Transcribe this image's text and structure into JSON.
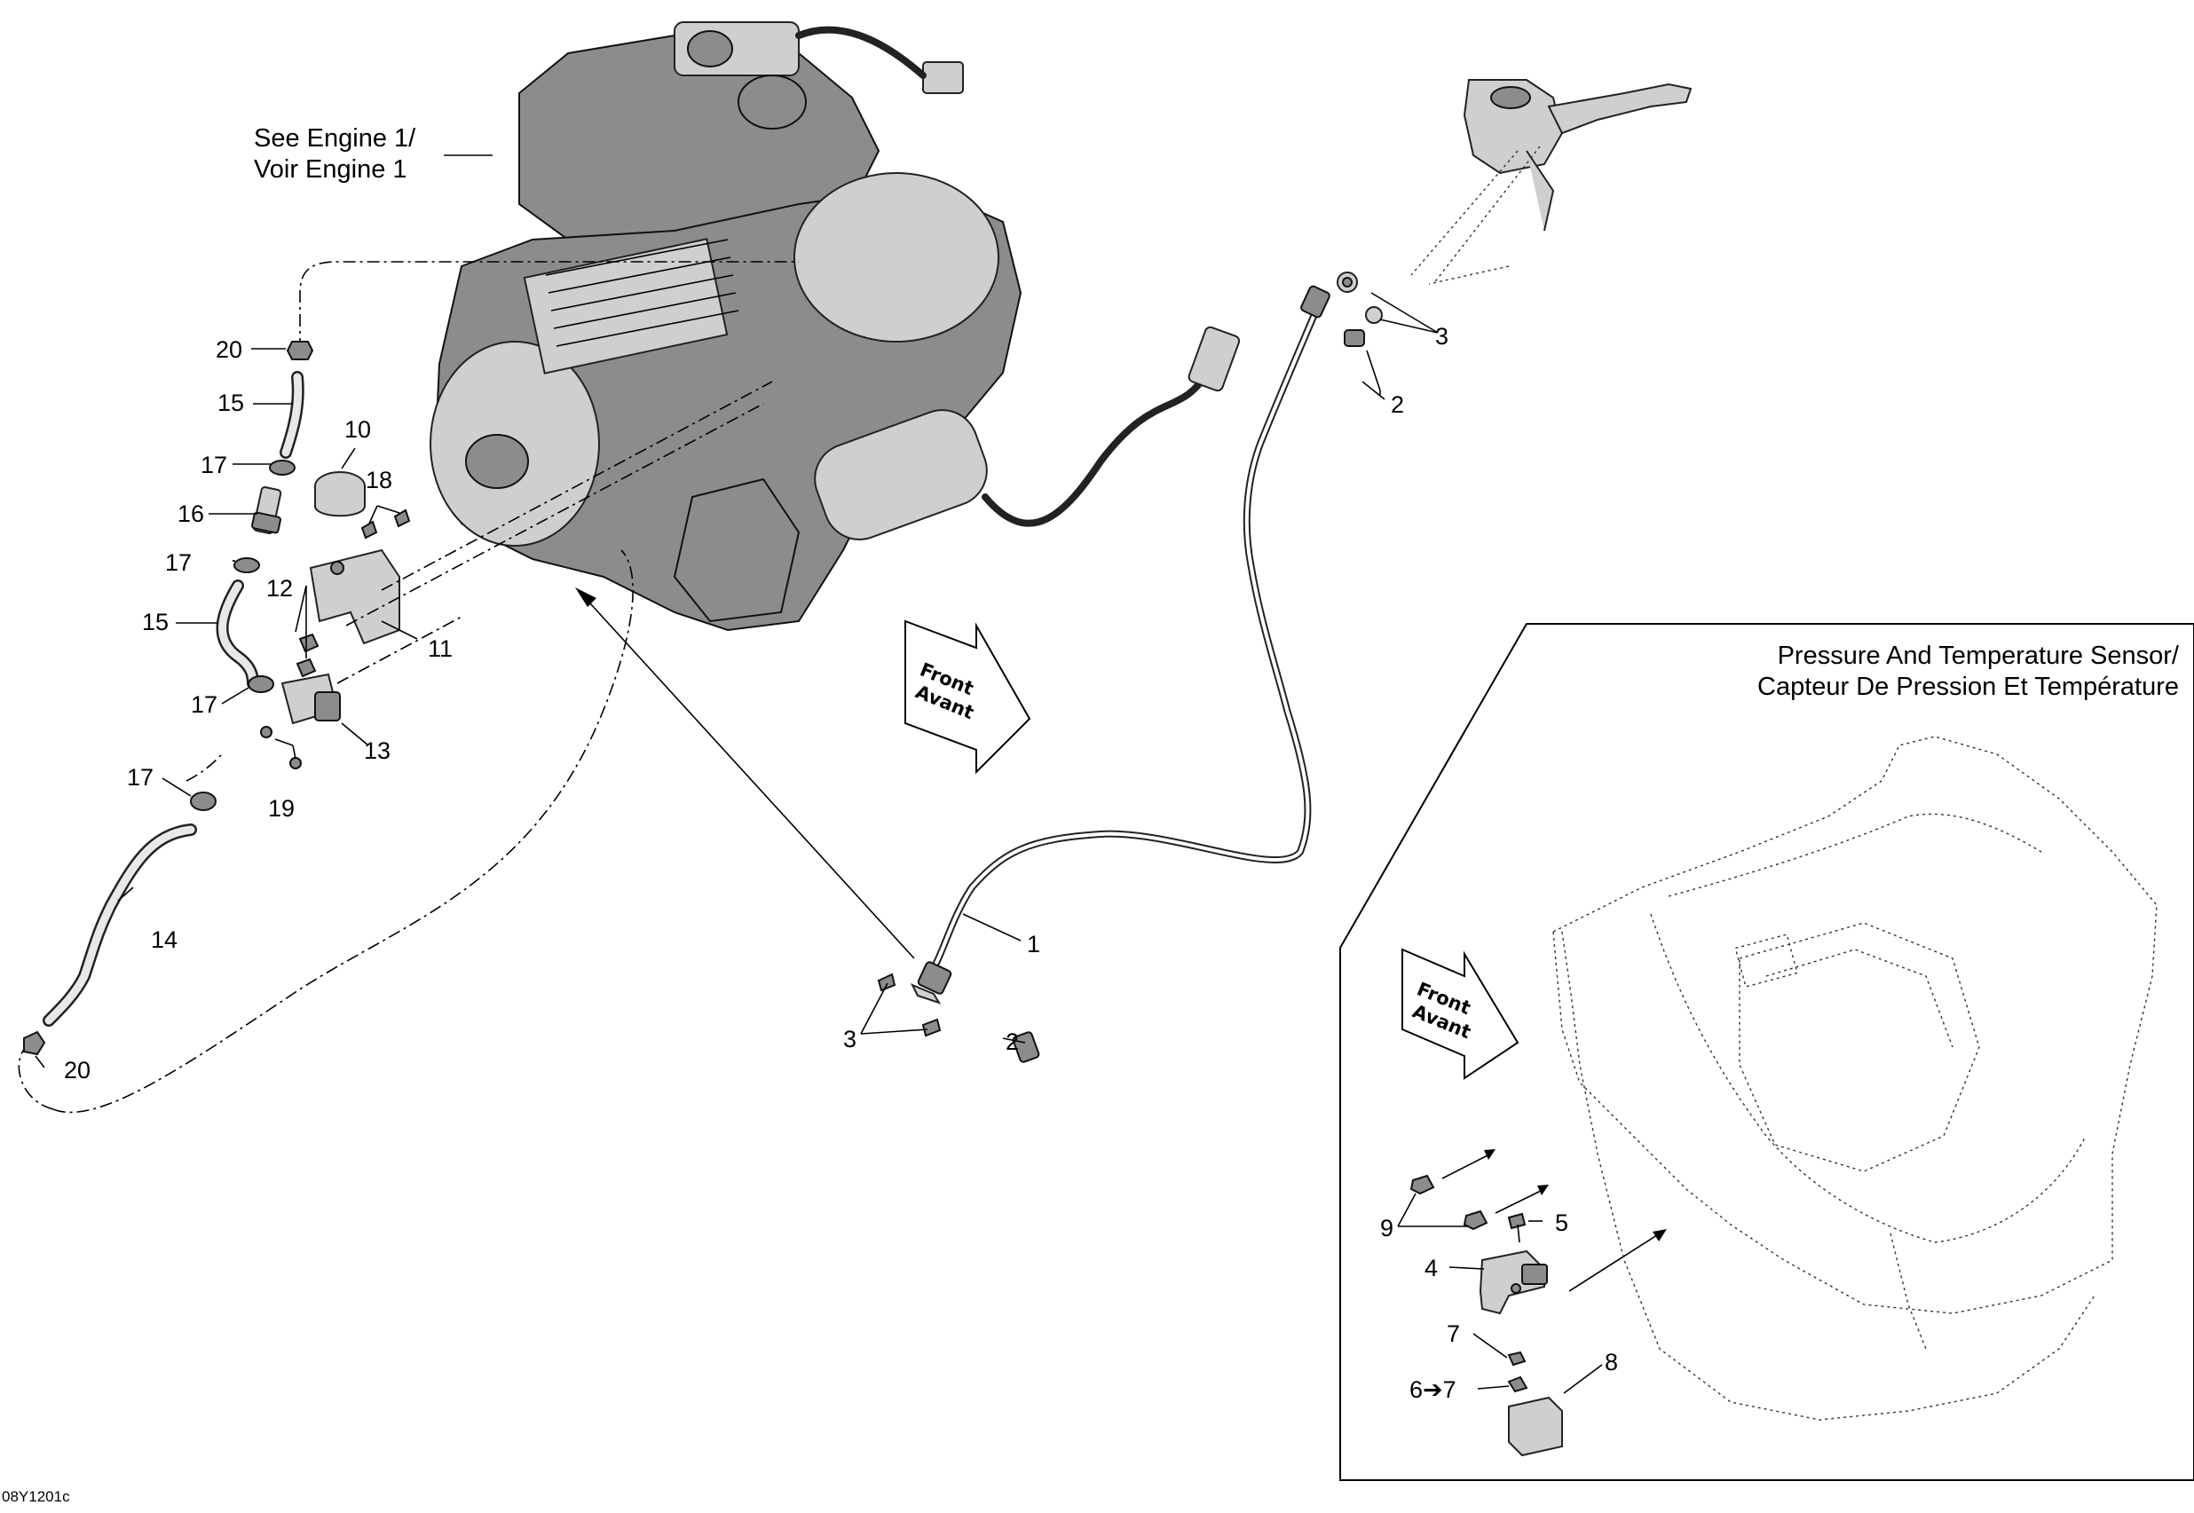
{
  "captions": {
    "engine_ref_line1": "See Engine 1/",
    "engine_ref_line2": "Voir Engine 1",
    "sensor_title_line1": "Pressure And Temperature Sensor/",
    "sensor_title_line2": "Capteur De Pression Et Température",
    "drawing_code": "08Y1201c"
  },
  "front_arrows": {
    "line1": "Front",
    "line2": "Avant"
  },
  "callouts": {
    "c1": "1",
    "c2a": "2",
    "c2b": "2",
    "c3a": "3",
    "c3b": "3",
    "c4": "4",
    "c5": "5",
    "c6_7": "6➔7",
    "c7": "7",
    "c8": "8",
    "c9": "9",
    "c10": "10",
    "c11": "11",
    "c12": "12",
    "c13": "13",
    "c14": "14",
    "c15a": "15",
    "c15b": "15",
    "c16": "16",
    "c17a": "17",
    "c17b": "17",
    "c17c": "17",
    "c17d": "17",
    "c18": "18",
    "c19": "19",
    "c20a": "20",
    "c20b": "20"
  }
}
